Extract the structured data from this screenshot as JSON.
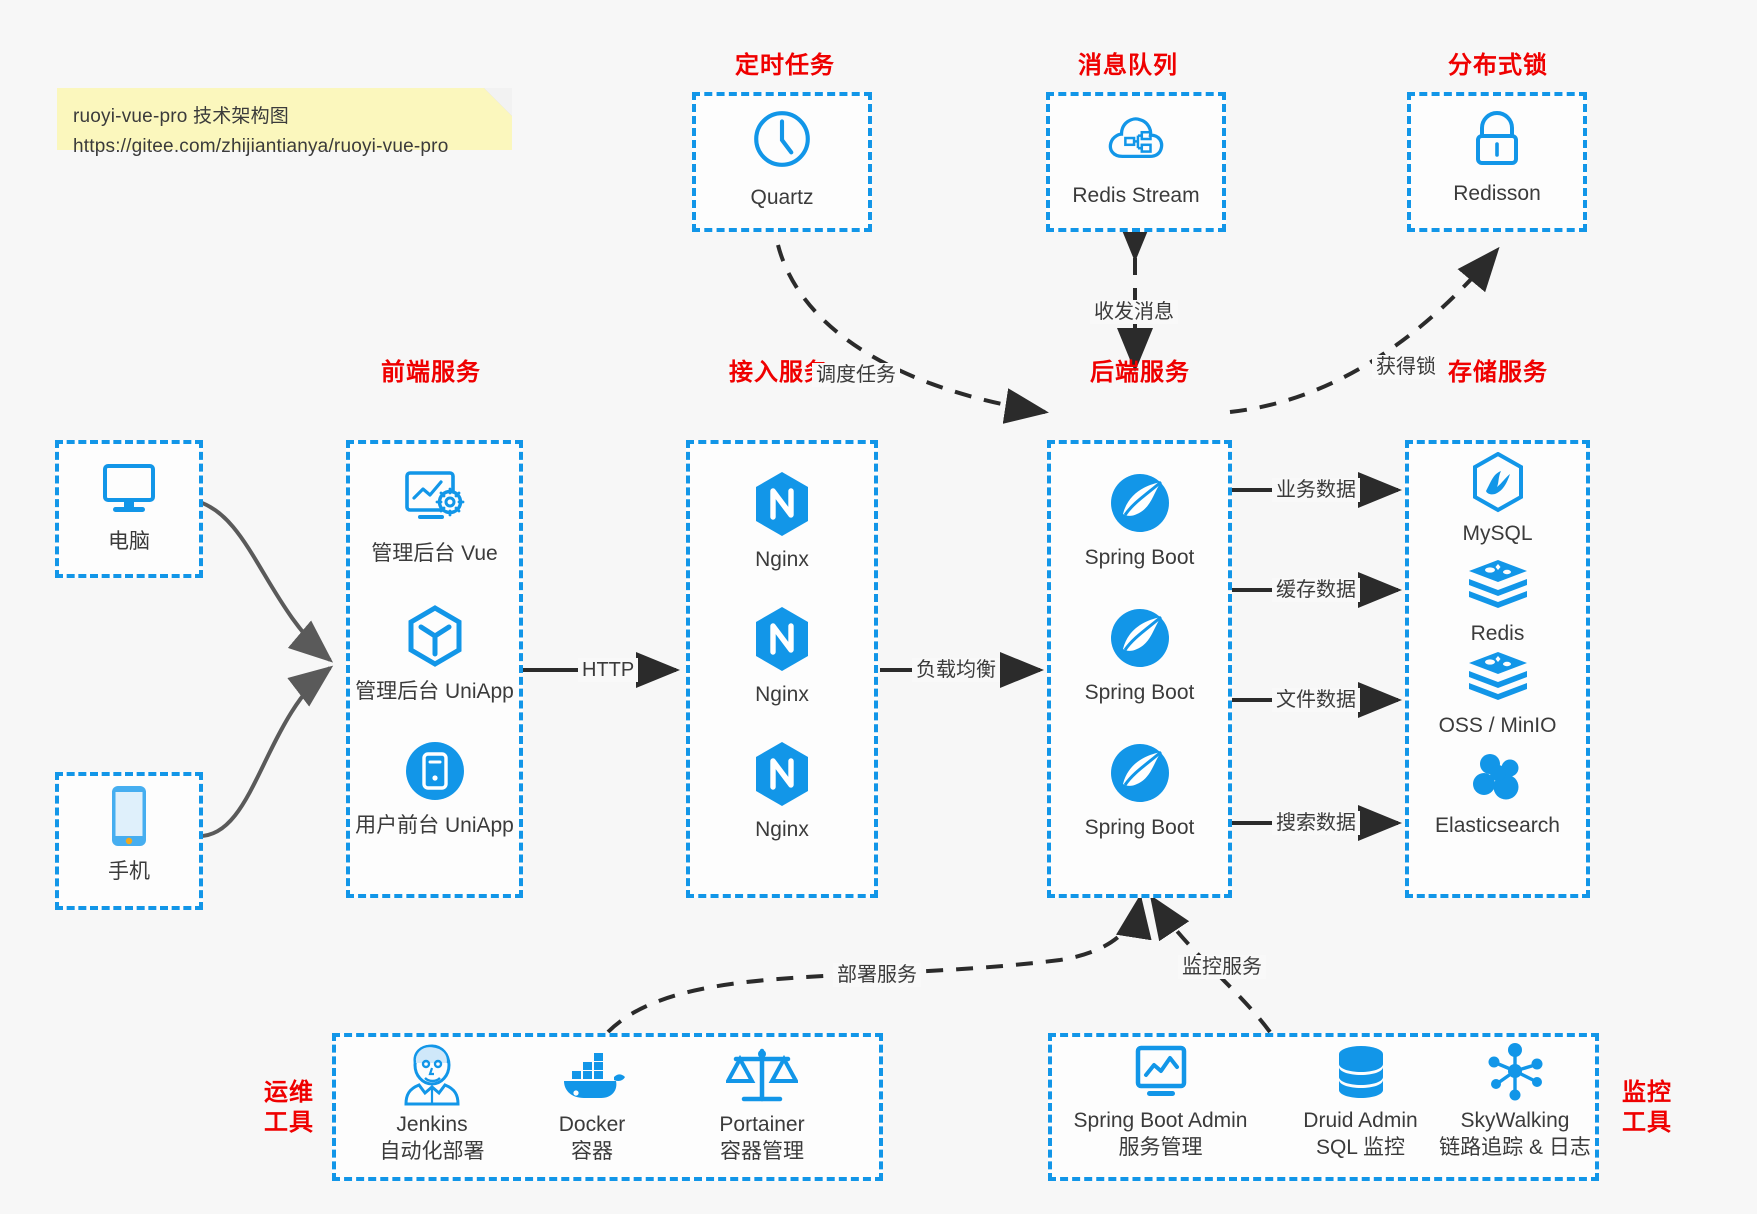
{
  "note": {
    "line1": "ruoyi-vue-pro 技术架构图",
    "line2": "https://gitee.com/zhijiantianya/ruoyi-vue-pro"
  },
  "colors": {
    "accent_blue": "#1296e8",
    "title_red": "#ef0000",
    "canvas": "#f7f7f7",
    "note_yellow": "#fbf7bd",
    "edge_dark": "#2b2b2b",
    "edge_gray": "#5a5a5a"
  },
  "groups": {
    "scheduled_task": "定时任务",
    "message_queue": "消息队列",
    "distributed_lock": "分布式锁",
    "frontend_service": "前端服务",
    "access_service": "接入服务",
    "backend_service": "后端服务",
    "storage_service": "存储服务",
    "ops_tools_line1": "运维",
    "ops_tools_line2": "工具",
    "monitor_tools_line1": "监控",
    "monitor_tools_line2": "工具"
  },
  "nodes": {
    "quartz": "Quartz",
    "redis_stream": "Redis Stream",
    "redisson": "Redisson",
    "computer": "电脑",
    "phone": "手机",
    "admin_vue": "管理后台 Vue",
    "admin_uniapp": "管理后台 UniApp",
    "user_uniapp": "用户前台 UniApp",
    "nginx1": "Nginx",
    "nginx2": "Nginx",
    "nginx3": "Nginx",
    "springboot1": "Spring Boot",
    "springboot2": "Spring Boot",
    "springboot3": "Spring Boot",
    "mysql": "MySQL",
    "redis": "Redis",
    "oss": "OSS / MinIO",
    "elasticsearch": "Elasticsearch"
  },
  "ops_tools": [
    {
      "name": "Jenkins",
      "desc": "自动化部署",
      "icon": "jenkins-icon"
    },
    {
      "name": "Docker",
      "desc": "容器",
      "icon": "docker-icon"
    },
    {
      "name": "Portainer",
      "desc": "容器管理",
      "icon": "portainer-scales-icon"
    }
  ],
  "monitor_tools": [
    {
      "name": "Spring Boot Admin",
      "desc": "服务管理",
      "icon": "monitor-chart-icon"
    },
    {
      "name": "Druid Admin",
      "desc": "SQL 监控",
      "icon": "database-icon"
    },
    {
      "name": "SkyWalking",
      "desc": "链路追踪 & 日志",
      "icon": "skywalking-nodes-icon"
    }
  ],
  "edges": {
    "http": "HTTP",
    "load_balance": "负载均衡",
    "schedule_task": "调度任务",
    "send_receive_message": "收发消息",
    "acquire_lock": "获得锁",
    "business_data": "业务数据",
    "cache_data": "缓存数据",
    "file_data": "文件数据",
    "search_data": "搜索数据",
    "deploy_service": "部署服务",
    "monitor_service": "监控服务"
  }
}
